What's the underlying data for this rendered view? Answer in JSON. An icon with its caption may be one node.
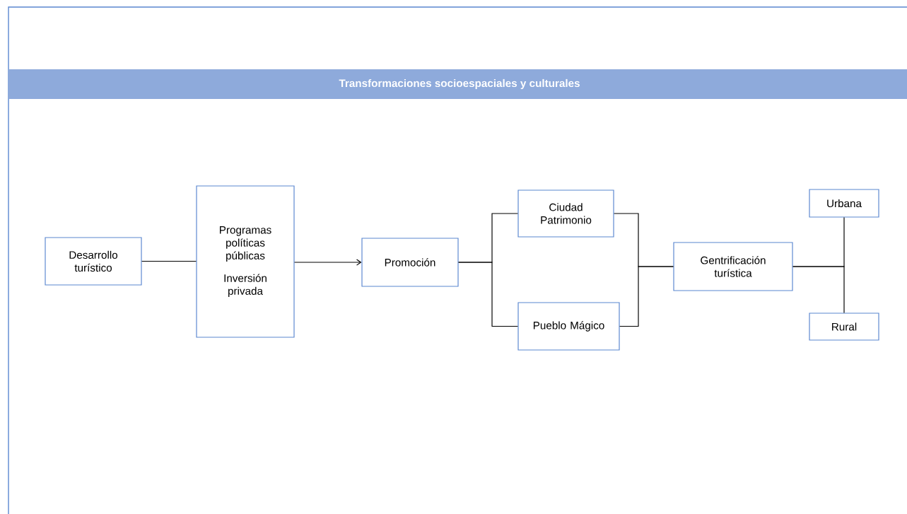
{
  "diagram": {
    "title": "Transformaciones socioespaciales y culturales",
    "nodes": [
      {
        "text": [
          "Desarrollo turístico"
        ]
      },
      {
        "text": [
          "Programas políticas públicas",
          "Inversión privada"
        ]
      },
      {
        "text": [
          "Promoción"
        ]
      },
      {
        "text": [
          "Ciudad Patrimonio"
        ]
      },
      {
        "text": [
          "Pueblo Mágico"
        ]
      },
      {
        "text": [
          "Gentrificación turística"
        ]
      },
      {
        "text": [
          "Urbana"
        ]
      },
      {
        "text": [
          "Rural"
        ]
      }
    ],
    "edges": [
      {
        "from": 0,
        "to": 1,
        "arrow": "none"
      },
      {
        "from": 1,
        "to": 2,
        "arrow": "to"
      },
      {
        "from": 2,
        "to": 3,
        "arrow": "none"
      },
      {
        "from": 2,
        "to": 4,
        "arrow": "none"
      },
      {
        "from": 3,
        "to": 5,
        "arrow": "none"
      },
      {
        "from": 4,
        "to": 5,
        "arrow": "none"
      },
      {
        "from": 5,
        "to": 6,
        "arrow": "none"
      },
      {
        "from": 5,
        "to": 7,
        "arrow": "none"
      }
    ]
  }
}
